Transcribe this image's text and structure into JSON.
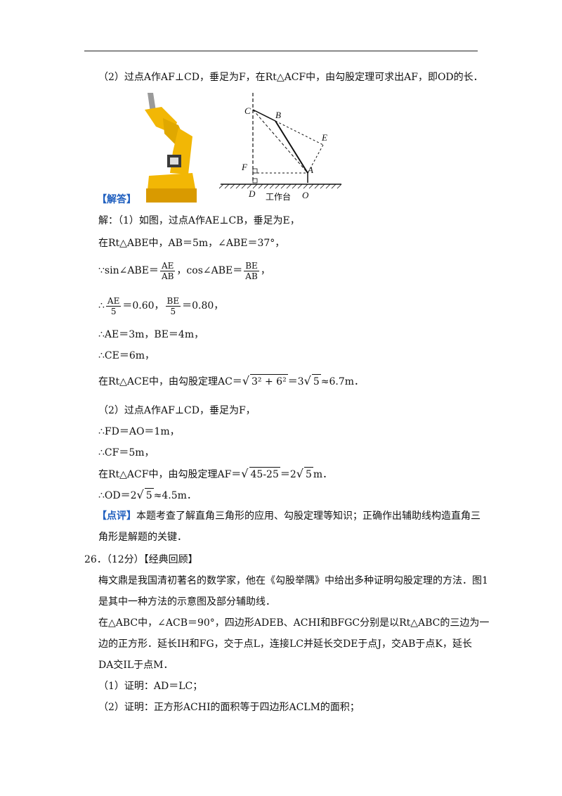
{
  "lines": {
    "l1": "（2）过点A作AF⊥CD，垂足为F，在Rt△ACF中，由勾股定理可求出AF，即OD的长．",
    "jieda": "【解答】",
    "l3": "解：（1）如图，过点A作AE⊥CB，垂足为E，",
    "l4": "在Rt△ABE中，AB＝5m，∠ABE＝37°，",
    "l5a": "∵sin∠ABE＝",
    "l5_f1n": "AE",
    "l5_f1d": "AB",
    "l5b": "，cos∠ABE＝",
    "l5_f2n": "BE",
    "l5_f2d": "AB",
    "l5c": "，",
    "l6a": "∴",
    "l6_f1n": "AE",
    "l6_f1d": "5",
    "l6b": "＝0.60，",
    "l6_f2n": "BE",
    "l6_f2d": "5",
    "l6c": "＝0.80，",
    "l7": "∴AE＝3m，BE＝4m，",
    "l8": "∴CE＝6m，",
    "l9a": "在Rt△ACE中，由勾股定理AC＝",
    "l9_rad": "3² + 6²",
    "l9b": "＝3",
    "l9_rad2": "5",
    "l9c": "≈6.7m．",
    "l10": "（2）过点A作AF⊥CD，垂足为F，",
    "l11": "∴FD＝AO＝1m，",
    "l12": "∴CF＝5m，",
    "l13a": "在Rt△ACF中，由勾股定理AF＝",
    "l13_rad": "45-25",
    "l13b": "＝2",
    "l13_rad2": "5",
    "l13c": "m．",
    "l14a": "∴OD＝2",
    "l14_rad": "5",
    "l14b": "≈4.5m．",
    "dianping": "【点评】",
    "l15": "本题考查了解直角三角形的应用、勾股定理等知识；正确作出辅助线构造直角三",
    "l16": "角形是解题的关键．",
    "l17": "26．（12分）【经典回顾】",
    "l18": "梅文鼎是我国清初著名的数学家，他在《勾股举隅》中给出多种证明勾股定理的方法．图1",
    "l19": "是其中一种方法的示意图及部分辅助线．",
    "l20": "在△ABC中，∠ACB＝90°，四边形ADEB、ACHI和BFGC分别是以Rt△ABC的三边为一",
    "l21": "边的正方形．延长IH和FG，交于点L，连接LC并延长交DE于点J，交AB于点K，延长",
    "l22": "DA交IL于点M．",
    "l23": "（1）证明：AD＝LC；",
    "l24": "（2）证明：正方形ACHI的面积等于四边形ACLM的面积；"
  },
  "diagram": {
    "labels": {
      "C": "C",
      "B": "B",
      "E": "E",
      "F": "F",
      "A": "A",
      "D": "D",
      "O": "O",
      "workbench": "工作台"
    }
  },
  "colors": {
    "accent": "#1f5fbf",
    "robot": "#f2b705"
  }
}
